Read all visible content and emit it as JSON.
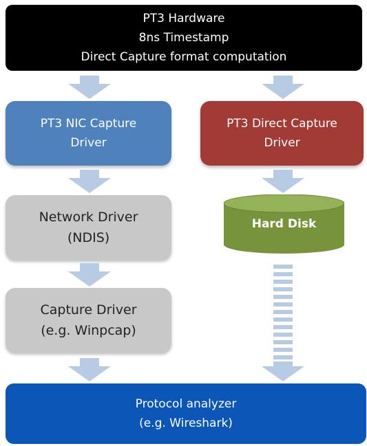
{
  "diagram": {
    "hardware": {
      "lines": [
        "PT3 Hardware",
        "8ns Timestamp",
        "Direct Capture format computation"
      ],
      "color": "#000000"
    },
    "nic_driver": {
      "lines": [
        "PT3 NIC Capture",
        "Driver"
      ],
      "color": "#4f81bd"
    },
    "direct_driver": {
      "lines": [
        "PT3 Direct Capture",
        "Driver"
      ],
      "color": "#a23b36"
    },
    "network_driver": {
      "lines": [
        "Network Driver",
        "(NDIS)"
      ],
      "color": "#c8c8c8"
    },
    "hard_disk": {
      "label": "Hard Disk",
      "color": "#77933c"
    },
    "capture_driver": {
      "lines": [
        "Capture Driver",
        "(e.g. Winpcap)"
      ],
      "color": "#c8c8c8"
    },
    "protocol_analyzer": {
      "lines": [
        "Protocol analyzer",
        "(e.g. Wireshark)"
      ],
      "color": "#0b56b7"
    },
    "arrow_color": "#b7cce4"
  }
}
